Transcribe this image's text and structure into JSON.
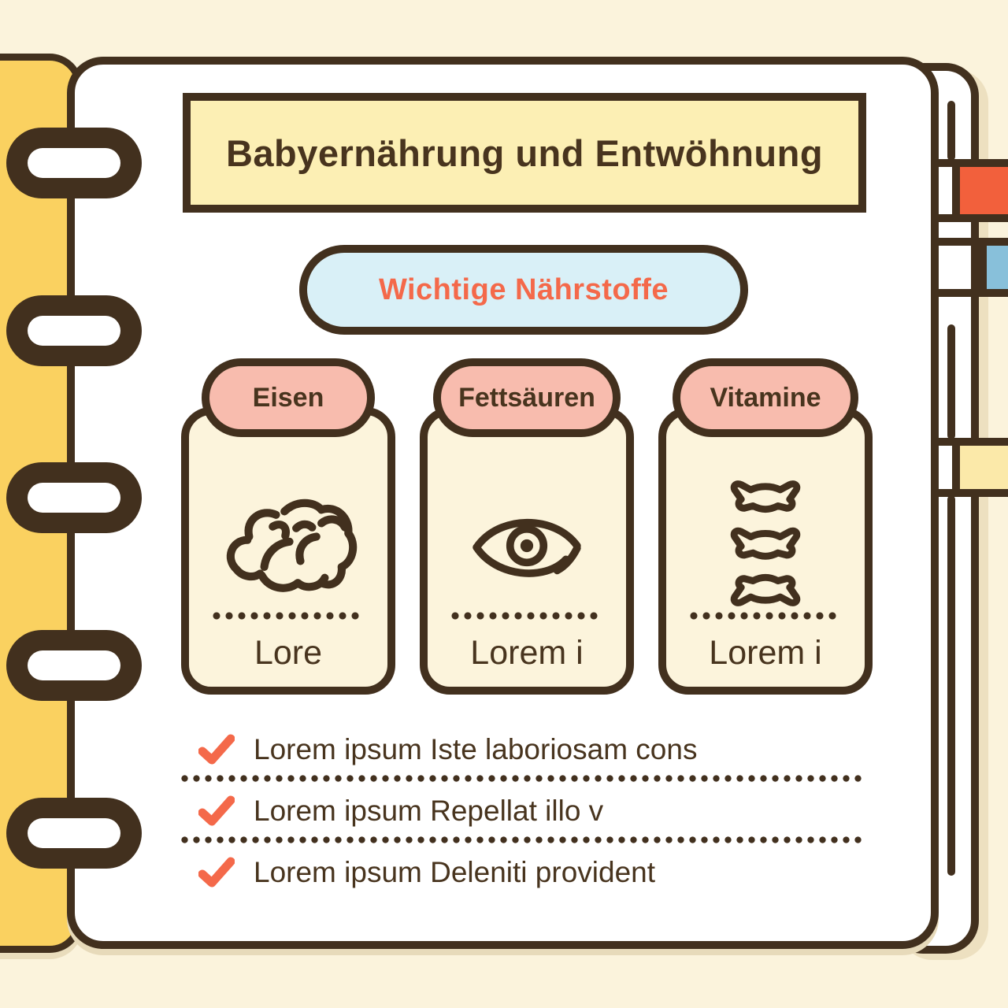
{
  "title": "Babyernährung und Entwöhnung",
  "subtitle": "Wichtige Nährstoffe",
  "cards": [
    {
      "label": "Eisen",
      "icon": "brain-icon",
      "caption": "Lore"
    },
    {
      "label": "Fettsäuren",
      "icon": "eye-icon",
      "caption": "Lorem i"
    },
    {
      "label": "Vitamine",
      "icon": "spine-icon",
      "caption": "Lorem i"
    }
  ],
  "checklist": [
    {
      "text": "Lorem ipsum Iste laboriosam cons"
    },
    {
      "text": "Lorem ipsum Repellat illo v"
    },
    {
      "text": "Lorem ipsum Deleniti provident"
    }
  ],
  "colors": {
    "background": "#FBF3DC",
    "page": "#FFFFFF",
    "outline_brown": "#42301E",
    "text_brown": "#48341E",
    "cover_yellow": "#FAD160",
    "banner_yellow": "#FCEFB4",
    "pill_blue": "#D9F0F7",
    "card_cream": "#FCF4DC",
    "header_pink": "#F8BCAE",
    "accent_orange": "#F4694A",
    "tab_orange": "#F2603C",
    "tab_blue": "#88C0DA",
    "tab_yellow": "#FBE9A9"
  }
}
